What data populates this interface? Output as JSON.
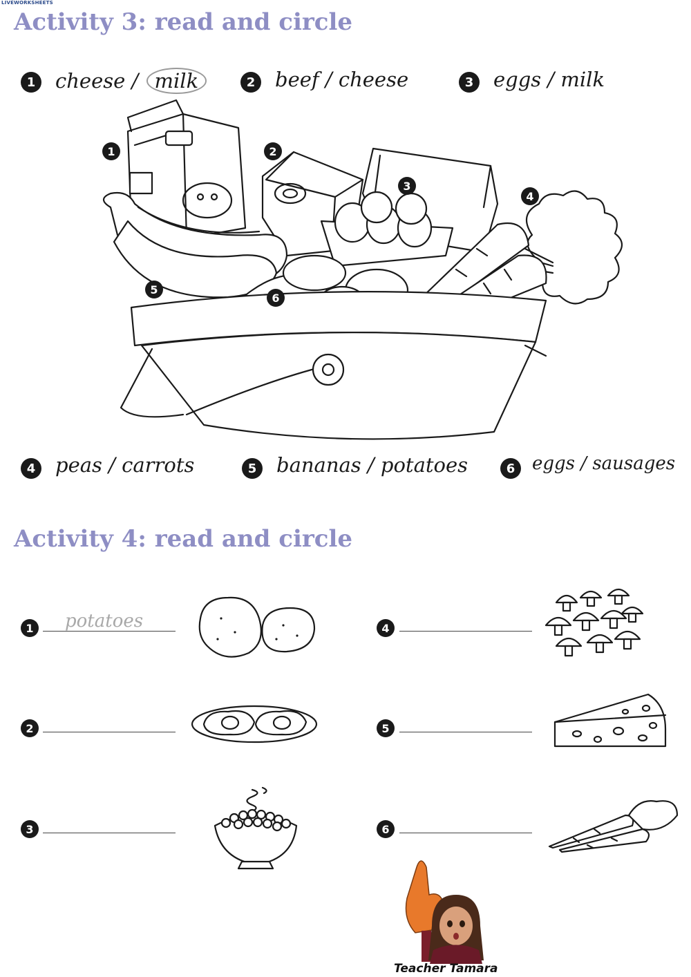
{
  "watermark": "LIVEWORKSHEETS",
  "activity3": {
    "title": "Activity 3: read and circle",
    "items": [
      {
        "num": "1",
        "a": "cheese",
        "sep": " / ",
        "b": "milk",
        "circled": "b"
      },
      {
        "num": "2",
        "a": "beef",
        "sep": " / ",
        "b": "cheese"
      },
      {
        "num": "3",
        "a": "eggs",
        "sep": " / ",
        "b": "milk"
      },
      {
        "num": "4",
        "a": "peas",
        "sep": " / ",
        "b": "carrots"
      },
      {
        "num": "5",
        "a": "bananas",
        "sep": " / ",
        "b": "potatoes"
      },
      {
        "num": "6",
        "a": "eggs",
        "sep": " / ",
        "b": "sausages"
      }
    ],
    "basket_labels": [
      "1",
      "2",
      "3",
      "4",
      "5",
      "6"
    ]
  },
  "activity4": {
    "title": "Activity 4: read and circle",
    "items": [
      {
        "num": "1",
        "answer": "potatoes",
        "picture": "potatoes-icon"
      },
      {
        "num": "2",
        "answer": "",
        "picture": "fried-eggs-icon"
      },
      {
        "num": "3",
        "answer": "",
        "picture": "peas-bowl-icon"
      },
      {
        "num": "4",
        "answer": "",
        "picture": "mushrooms-icon"
      },
      {
        "num": "5",
        "answer": "",
        "picture": "cheese-icon"
      },
      {
        "num": "6",
        "answer": "",
        "picture": "carrots-icon"
      }
    ]
  },
  "footer": {
    "teacher_name": "Teacher Tamara",
    "foam_finger_color": "#e8792b"
  }
}
